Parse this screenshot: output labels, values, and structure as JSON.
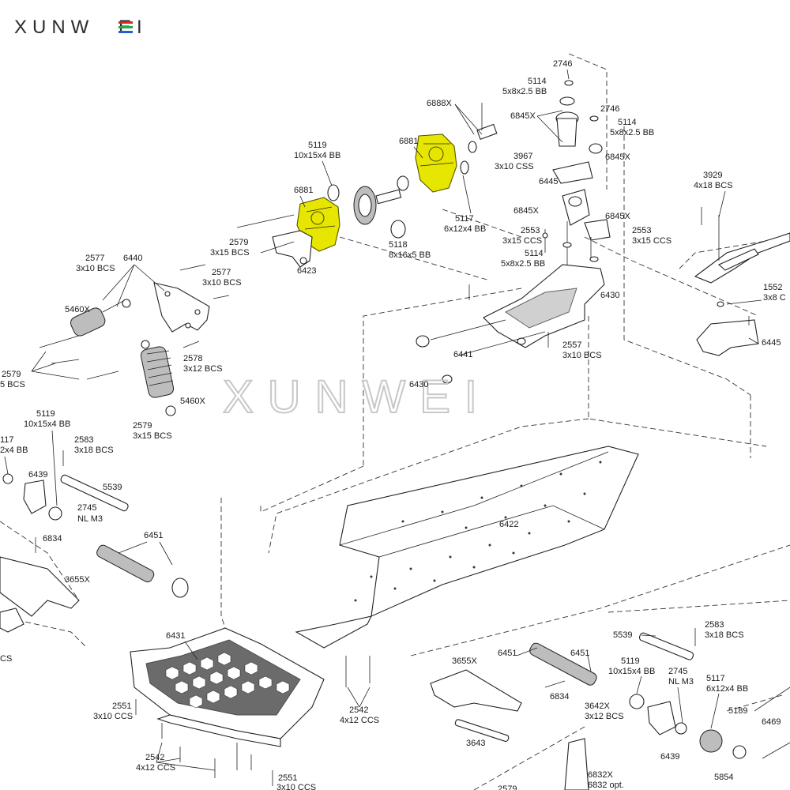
{
  "brand": {
    "letters_dark": "XUNW",
    "letters_color": "EI",
    "stripe_colors": [
      "#d62b2b",
      "#2aa84a",
      "#2a5bd6"
    ]
  },
  "watermark": "XUNWEI",
  "labels": {
    "p2746a": "2746",
    "p5114a": "5114",
    "p5114a_s": "5x8x2.5 BB",
    "p6888x": "6888X",
    "p6845x_a": "6845X",
    "p2746b": "2746",
    "p5114b": "5114",
    "p5114b_s": "5x8x2.5 BB",
    "p6881_top": "6881",
    "p6845x_b": "6845X",
    "p3967": "3967",
    "p3967_s": "3x10 CSS",
    "p5119_top": "5119",
    "p5119_top_s": "10x15x4 BB",
    "p6445_top": "6445",
    "p6881_left": "6881",
    "p6845x_c": "6845X",
    "p6845x_d": "6845X",
    "p5117_top": "5117",
    "p5117_top_s": "6x12x4 BB",
    "p2553a": "2553",
    "p2553a_s": "3x15 CCS",
    "p2553b": "2553",
    "p2553b_s": "3x15 CCS",
    "p3929": "3929",
    "p3929_s": "4x18 BCS",
    "p2579_top": "2579",
    "p2579_top_s": "3x15 BCS",
    "p5118": "5118",
    "p5118_s": "8x16x5 BB",
    "p5114c": "5114",
    "p5114c_s": "5x8x2.5 BB",
    "p6423": "6423",
    "p2577a": "2577",
    "p2577a_s": "3x10 BCS",
    "p6440": "6440",
    "p2577b": "2577",
    "p2577b_s": "3x10 BCS",
    "p1552": "1552",
    "p1552_s": "3x8 C",
    "p6430_top": "6430",
    "p5460x_a": "5460X",
    "p6445_right": "6445",
    "p2557": "2557",
    "p2557_s": "3x10 BCS",
    "p6441": "6441",
    "p2578": "2578",
    "p2578_s": "3x12 BCS",
    "p2579_left": "2579",
    "p2579_left_s": "5 BCS",
    "p6430_b": "6430",
    "p5460x_b": "5460X",
    "p5119_left": "5119",
    "p5119_left_s": "10x15x4 BB",
    "p2579_mid": "2579",
    "p2579_mid_s": "3x15 BCS",
    "p117": "117",
    "p117_s": "2x4 BB",
    "p2583_left": "2583",
    "p2583_left_s": "3x18 BCS",
    "p6439_left": "6439",
    "p5539_left": "5539",
    "p2745_left": "2745",
    "p2745_left_s": "NL M3",
    "p6422": "6422",
    "p6834_left": "6834",
    "p6451_left": "6451",
    "p3655x_left": "3655X",
    "pCS": "CS",
    "p6431": "6431",
    "p2583_right": "2583",
    "p2583_right_s": "3x18 BCS",
    "p5539_right": "5539",
    "p6451_r1": "6451",
    "p6451_r2": "6451",
    "p3655x_right": "3655X",
    "p5119_right": "5119",
    "p5119_right_s": "10x15x4 BB",
    "p2745_right": "2745",
    "p2745_right_s": "NL M3",
    "p5117_right": "5117",
    "p5117_right_s": "6x12x4 BB",
    "p2551a": "2551",
    "p2551a_s": "3x10 CCS",
    "p2542a": "2542",
    "p2542a_s": "4x12 CCS",
    "p6834_right": "6834",
    "p3642x": "3642X",
    "p3642x_s": "3x12 BCS",
    "p5189": "5189",
    "p6469": "6469",
    "p3643": "3643",
    "p6439_right": "6439",
    "p2542b": "2542",
    "p2542b_s": "4x12 CCS",
    "p2551b": "2551",
    "p2551b_s": "3x10 CCS",
    "p6832x": "6832X",
    "p6832x_s": "6832 opt.",
    "p2579_bottom": "2579",
    "p5854": "5854"
  }
}
